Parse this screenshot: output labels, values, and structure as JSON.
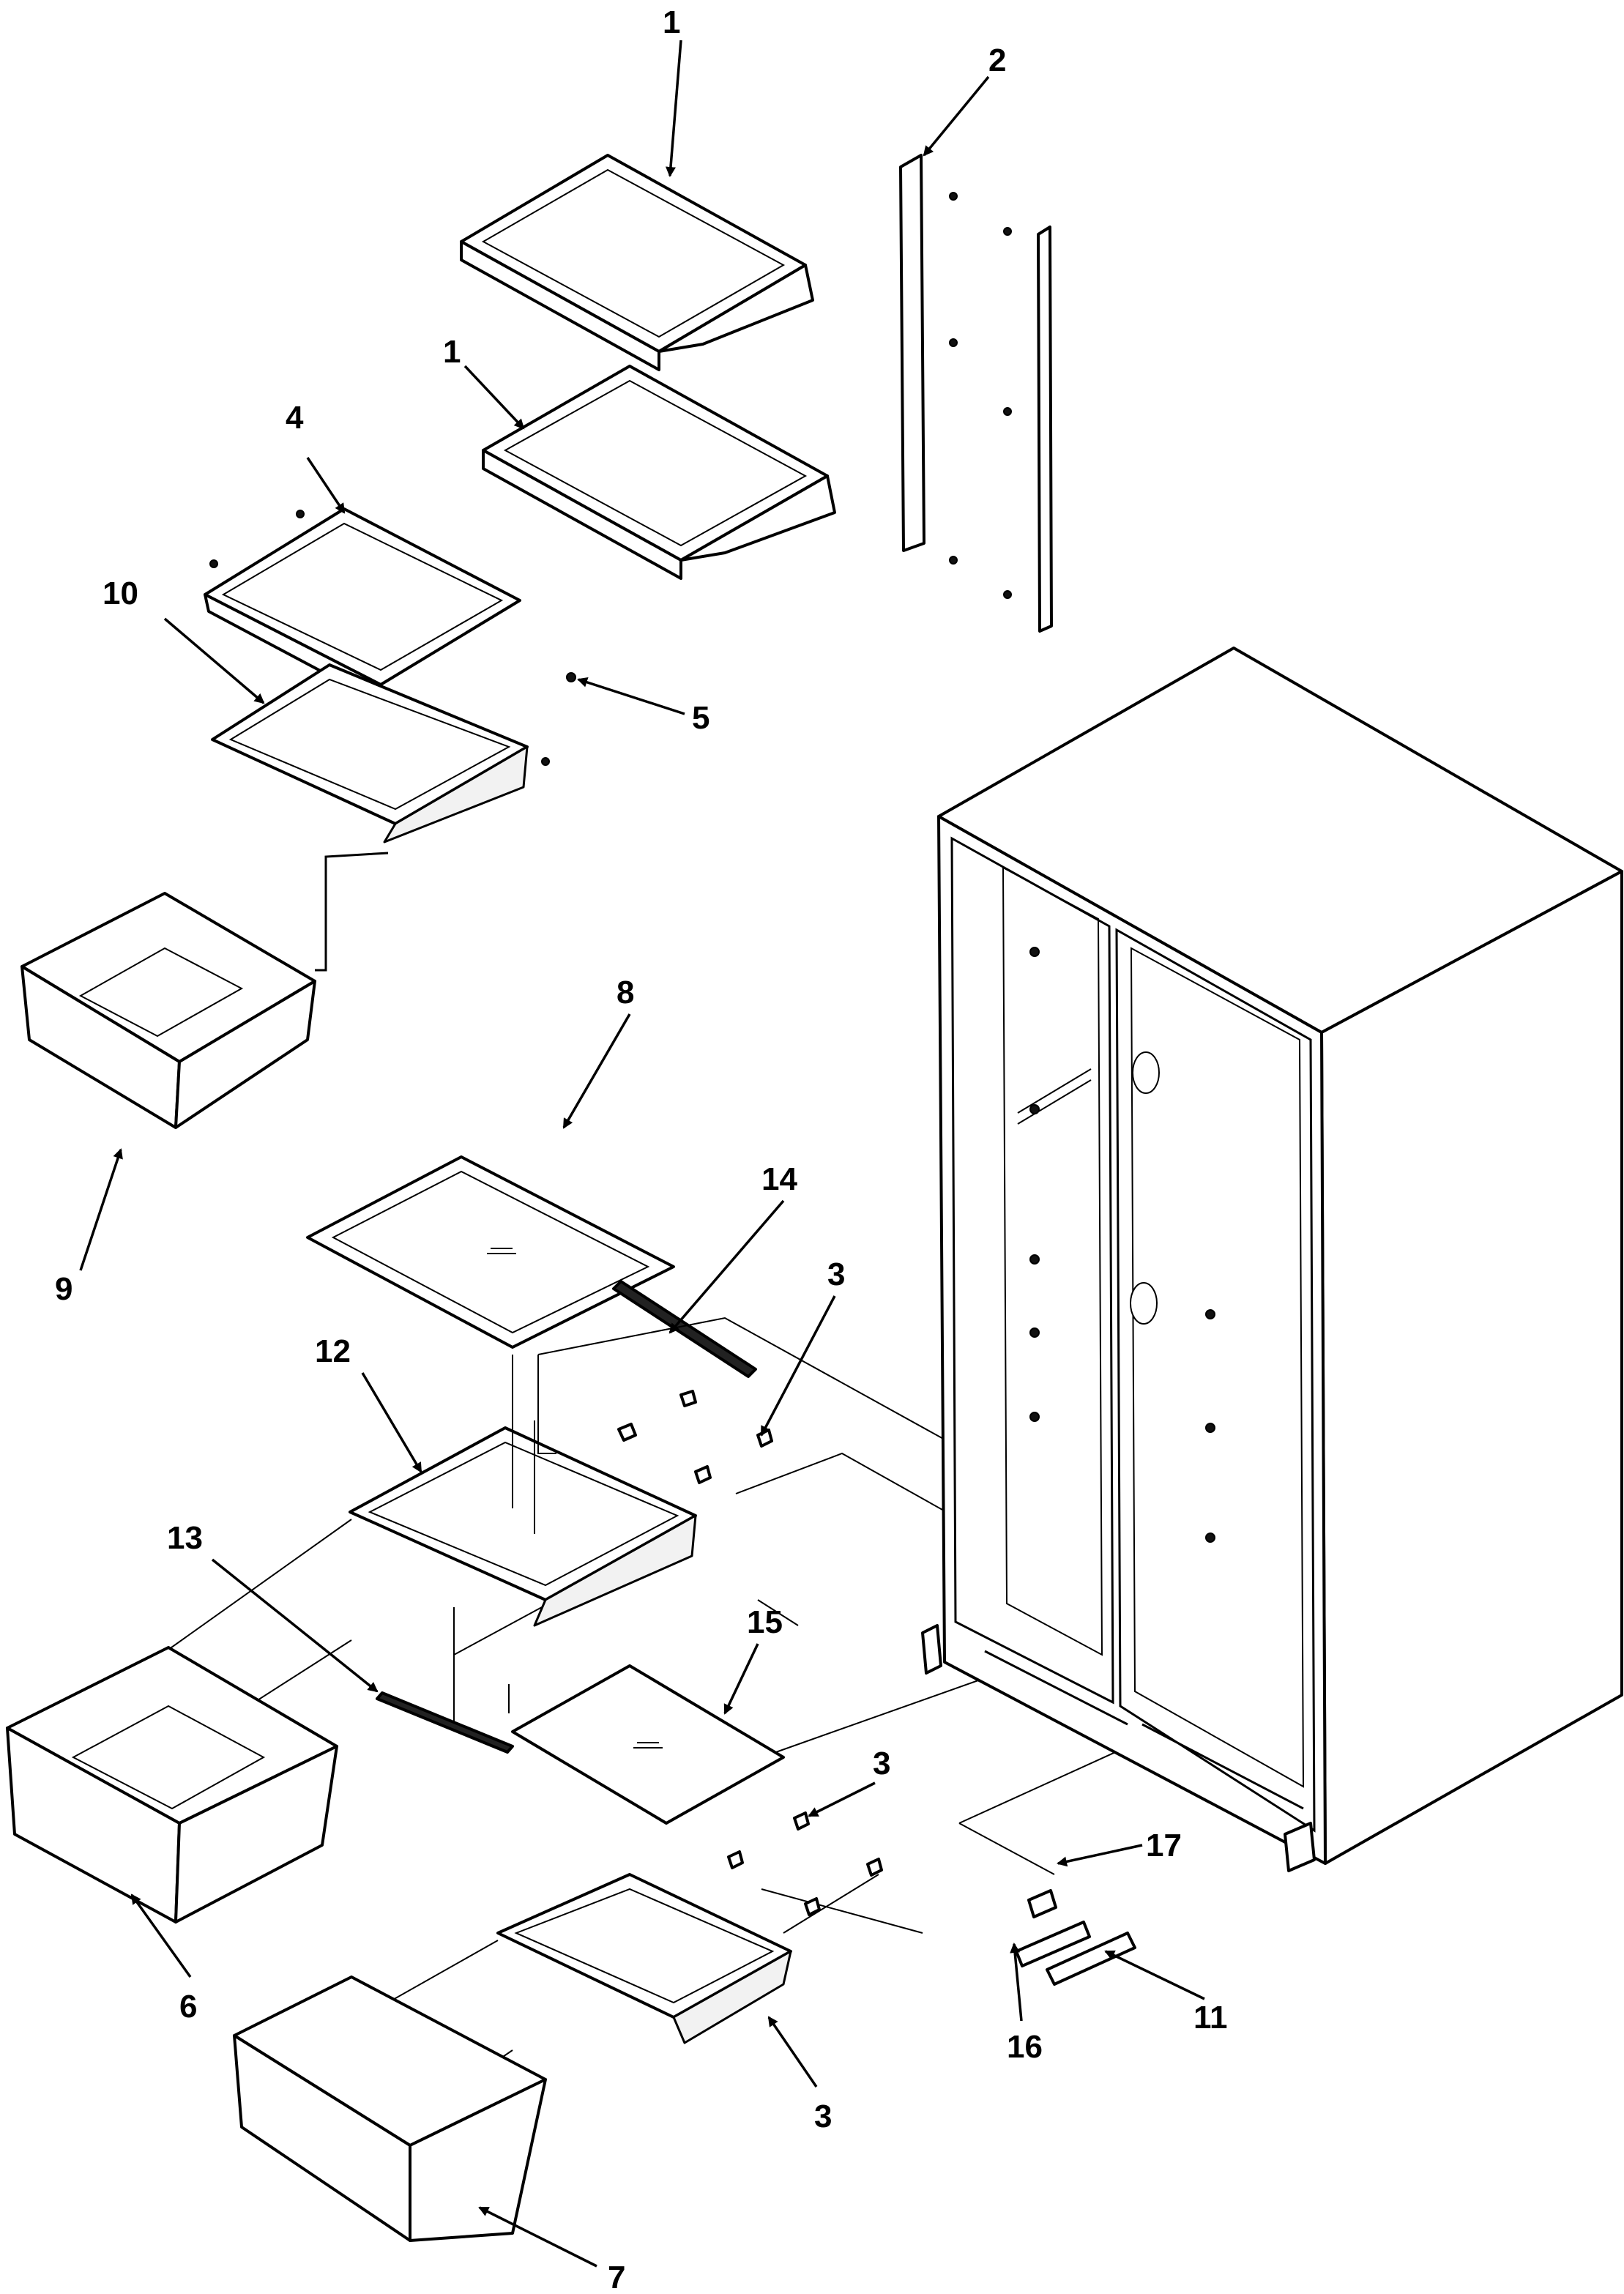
{
  "callouts": [
    {
      "id": "c1a",
      "text": "1"
    },
    {
      "id": "c2",
      "text": "2"
    },
    {
      "id": "c1b",
      "text": "1"
    },
    {
      "id": "c4",
      "text": "4"
    },
    {
      "id": "c10",
      "text": "10"
    },
    {
      "id": "c5",
      "text": "5"
    },
    {
      "id": "c8",
      "text": "8"
    },
    {
      "id": "c9",
      "text": "9"
    },
    {
      "id": "c14",
      "text": "14"
    },
    {
      "id": "c3a",
      "text": "3"
    },
    {
      "id": "c12",
      "text": "12"
    },
    {
      "id": "c13",
      "text": "13"
    },
    {
      "id": "c15",
      "text": "15"
    },
    {
      "id": "c3b",
      "text": "3"
    },
    {
      "id": "c17",
      "text": "17"
    },
    {
      "id": "c6",
      "text": "6"
    },
    {
      "id": "c11",
      "text": "11"
    },
    {
      "id": "c16",
      "text": "16"
    },
    {
      "id": "c3c",
      "text": "3"
    },
    {
      "id": "c7",
      "text": "7"
    }
  ]
}
